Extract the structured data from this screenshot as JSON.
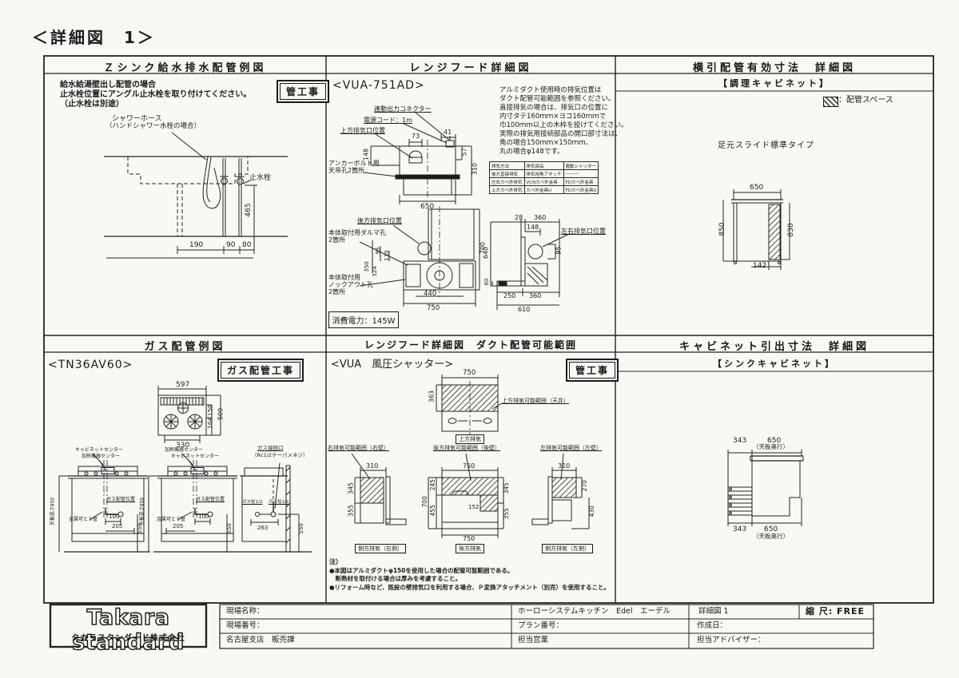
{
  "page": {
    "title": "＜詳細図　1＞"
  },
  "sink": {
    "title": "Ｚシンク給水排水配管例図",
    "badge": "管工事",
    "notes": [
      "給水給湯壁出し配管の場合",
      "止水栓位置にアングル止水栓を取り付けてください。",
      "（止水栓は別途）"
    ],
    "shower_label": "シャワーホース",
    "shower_sub": "（ハンドシャワー水栓の場合）",
    "valve_label": "止水栓",
    "d190": "190",
    "d90": "90",
    "d80": "80",
    "d465": "465"
  },
  "hood": {
    "title": "レンジフード詳細図",
    "model": "<VUA-751AD>",
    "desc": [
      "アルミダクト使用時の排気位置は",
      "ダクト配管可能範囲を参照ください。",
      "直接排気の場合は、排気口の位置に",
      "内寸タテ160ｍｍ×ヨコ160ｍｍで",
      "巾100ｍｍ以上の木枠を設けてください。",
      "実際の排気用接続部品の開口部寸法は、",
      "角の場合150ｍｍ×150ｍｍ、",
      "丸の場合φ148です。"
    ],
    "table": {
      "headers": [
        "排気方法",
        "排気部品",
        "電動シャッター"
      ],
      "rows": [
        [
          "後方直接排気",
          "排気用角アタッチ",
          "―――"
        ],
        [
          "左右カベ外排気",
          "VCNカベ外金具",
          "FDカベ外金具"
        ],
        [
          "上方カベ外排気",
          "カベ外金具U",
          "FDカベ外金具U"
        ]
      ]
    },
    "front": {
      "connector": "連動出力コネクター",
      "cord": "電源コード：1m",
      "top_vent": "上方排気口位置",
      "anchor1": "アンカーボルト用",
      "anchor2": "天吊孔2箇所",
      "d73": "73",
      "d41": "41",
      "d148": "148",
      "d57": "57",
      "d310": "310",
      "d650": "650"
    },
    "plan": {
      "rear_vent": "後方排気口位置",
      "daruma1": "本体取付用ダルマ孔",
      "daruma2": "2箇所",
      "knock1": "本体取付用",
      "knock2": "ノックアウト孔",
      "knock3": "2箇所",
      "d95": "95",
      "d110": "110",
      "d350": "350",
      "d324": "324",
      "d700": "700",
      "d440": "440",
      "d750": "750"
    },
    "side": {
      "side_vent": "左右排気口位置",
      "d28": "28",
      "d360a": "360",
      "d148": "148",
      "d640": "640",
      "d95": "95",
      "d60": "60",
      "d250": "250",
      "d360b": "360",
      "d610": "610"
    },
    "power": "消費電力：145W"
  },
  "pipe": {
    "title": "横引配管有効寸法　詳細図",
    "subtitle": "【調理キャビネット】",
    "legend": "：配管スペース",
    "type_label": "足元スライド標準タイプ",
    "d650": "650",
    "d850": "850",
    "d830": "830",
    "d142": "142"
  },
  "gas": {
    "title": "ガス配管例図",
    "model": "<TN36AV60>",
    "badge": "ガス配管工事",
    "plan": {
      "d597": "597",
      "d330": "330",
      "d150": "150",
      "d164": "164",
      "d509": "509"
    },
    "elevA": {
      "l1": "キャビネットセンター",
      "l2": "加熱機器センター",
      "height": "天板高さ850",
      "flex": "金属可とう管",
      "pos": "ガス配管位置",
      "d100": "100",
      "d205": "205",
      "d550": "550"
    },
    "elevB": {
      "l1": "加熱機器センター",
      "l2": "キャビネットセンター",
      "height": "天板高さ850",
      "flex": "金属可とう管",
      "pos": "ガス配管位置",
      "d100": "100",
      "d205": "205",
      "d550": "550"
    },
    "elevC": {
      "l1": "ガス接続口",
      "l2": "（Rc1/2テーパメネジ）",
      "v1": "ガス栓1/2",
      "v2": "ガス栓1/2",
      "d263": "263",
      "d550": "550"
    }
  },
  "duct": {
    "title": "レンジフード詳細図　ダクト配管可能範囲",
    "model": "<VUA　風圧シャッター>",
    "badge": "管工事",
    "top": {
      "range": "上方排気可能範囲（天井）",
      "tag": "上方排気",
      "d750": "750",
      "d363": "363"
    },
    "left": {
      "range": "右排気可能範囲（右壁）",
      "tag": "側方排気（右側）",
      "d310": "310",
      "d345": "345",
      "d355": "355"
    },
    "mid": {
      "range": "後方排気可能範囲（後壁）",
      "tag": "後方排気",
      "d750": "750",
      "d245": "245",
      "d455": "455",
      "d700": "700",
      "d152": "152",
      "d345": "345",
      "d355": "355",
      "d750b": "750"
    },
    "right": {
      "range": "左排気可能範囲（左壁）",
      "tag": "側方排気（左側）",
      "d310": "310",
      "d270": "270",
      "d430": "430"
    },
    "notes": [
      "注）",
      "●本図はアルミダクトφ150を使用した場合の配管可能範囲である。",
      "　断熱材を取付ける場合は厚みを考慮すること。",
      "●リフォーム時など、既設の壁排気口を利用する場合、Ｐ変換アタッチメント（別売）を使用すること。"
    ]
  },
  "cab": {
    "title": "キャビネット引出寸法　詳細図",
    "subtitle": "【シンクキャビネット】",
    "t343": "343",
    "t650": "650",
    "tdepth": "（天板奥行）",
    "b343": "343",
    "b650": "650",
    "bdepth": "（天板奥行）"
  },
  "tb": {
    "logo": "Takara standard",
    "company": "タカラスタンダード株式会社",
    "site": "現場名称：",
    "siteno": "現場番号：",
    "branch": "名古屋支店　販売課",
    "product": "ホーローシステムキッチン　Edel　エーデル",
    "plan": "プラン番号：",
    "sales": "担当営業",
    "sheet": "詳細図 1",
    "scale": "縮 尺: FREE",
    "date": "作成日：",
    "advisor": "担当アドバイザー："
  }
}
